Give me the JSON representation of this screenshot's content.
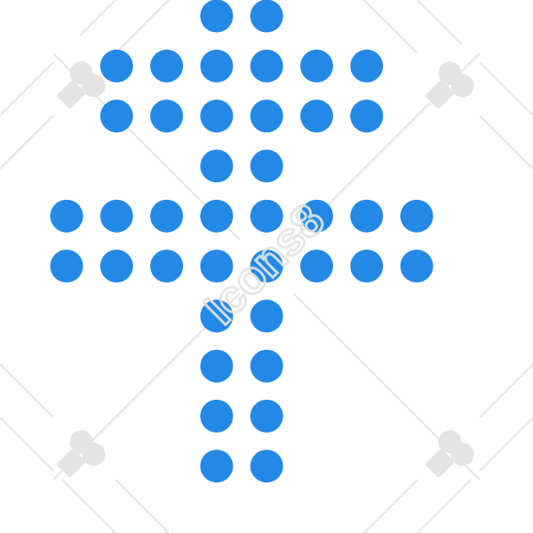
{
  "icon": {
    "name": "cross-icon",
    "dot_color": "#2489e6",
    "rows": [
      [
        3,
        4
      ],
      [
        1,
        2,
        3,
        4,
        5,
        6
      ],
      [
        1,
        2,
        3,
        4,
        5,
        6
      ],
      [
        3,
        4
      ],
      [
        0,
        1,
        2,
        3,
        4,
        5,
        6,
        7
      ],
      [
        0,
        1,
        2,
        3,
        4,
        5,
        6,
        7
      ],
      [
        3,
        4
      ],
      [
        3,
        4
      ],
      [
        3,
        4
      ],
      [
        3,
        4
      ]
    ]
  },
  "watermark": {
    "text": "Icons8",
    "color": "#e4e4e4"
  }
}
